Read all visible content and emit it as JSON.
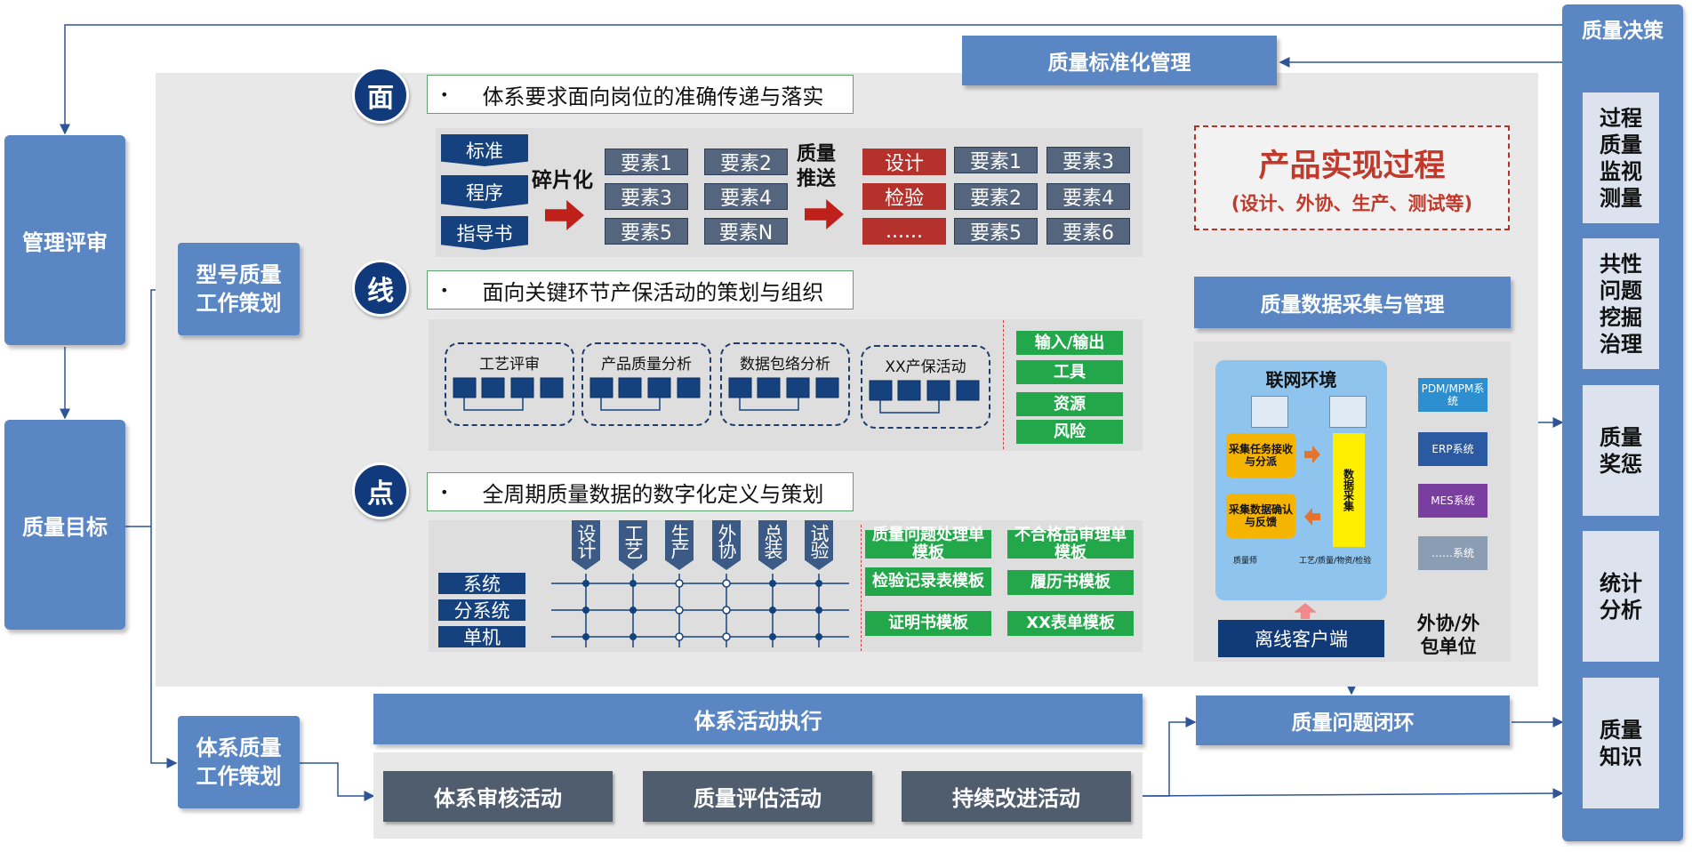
{
  "left": {
    "review": "管理评审",
    "goal": "质量目标",
    "model_plan": "型号质量\n工作策划",
    "system_plan": "体系质量\n工作策划"
  },
  "top": {
    "standard_mgmt": "质量标准化管理"
  },
  "levels": {
    "surface": "面",
    "line": "线",
    "point": "点"
  },
  "bullets": {
    "bullet_mark": "•",
    "surface": "体系要求面向岗位的准确传递与落实",
    "line": "面向关键环节产保活动的策划与组织",
    "point": "全周期质量数据的数字化定义与策划"
  },
  "surface": {
    "docs": [
      "标准",
      "程序",
      "指导书"
    ],
    "fragment": "碎片化",
    "elements_a": [
      "要素1",
      "要素2",
      "要素3",
      "要素4",
      "要素5",
      "要素N"
    ],
    "push": "质量\n推送",
    "processes": [
      "设计",
      "检验",
      "......"
    ],
    "elements_b": [
      "要素1",
      "要素3",
      "要素2",
      "要素4",
      "要素5",
      "要素6"
    ]
  },
  "line": {
    "activities": [
      "工艺评审",
      "产品质量分析",
      "数据包络分析",
      "XX产保活动"
    ],
    "attrs": [
      "输入/输出",
      "工具",
      "资源",
      "风险"
    ]
  },
  "point": {
    "phases": [
      "设计",
      "工艺",
      "生产",
      "外协",
      "总装",
      "试验"
    ],
    "levels": [
      "系统",
      "分系统",
      "单机"
    ],
    "templates": [
      "质量问题处理单模板",
      "不合格品审理单模板",
      "检验记录表模板",
      "履历书模板",
      "证明书模板",
      "XX表单模板"
    ]
  },
  "product": {
    "title": "产品实现过程",
    "subtitle": "(设计、外协、生产、测试等)"
  },
  "data_mgmt": "质量数据采集与管理",
  "network": {
    "title": "联网环境",
    "task": "采集任务接收与分派",
    "confirm": "采集数据确认与反馈",
    "collect": "数据采集",
    "role_a": "质量师",
    "role_b": "工艺/质量/物资/检验",
    "systems": [
      "PDM/MPM系统",
      "ERP系统",
      "MES系统",
      "……系统"
    ],
    "offline": "离线客户端",
    "outsource": "外协/外\n包单位"
  },
  "bottom": {
    "execute": "体系活动执行",
    "activities": [
      "体系审核活动",
      "质量评估活动",
      "持续改进活动"
    ],
    "closure": "质量问题闭环"
  },
  "right": {
    "title": "质量决策",
    "items": [
      "过程\n质量\n监视\n测量",
      "共性\n问题\n挖掘\n治理",
      "质量\n奖惩",
      "统计\n分析",
      "质量\n知识"
    ]
  },
  "colors": {
    "blue": "#5a86c4",
    "navy": "#15427e",
    "red": "#b5312b",
    "green": "#22a84a",
    "slate": "#4f5d6f"
  }
}
